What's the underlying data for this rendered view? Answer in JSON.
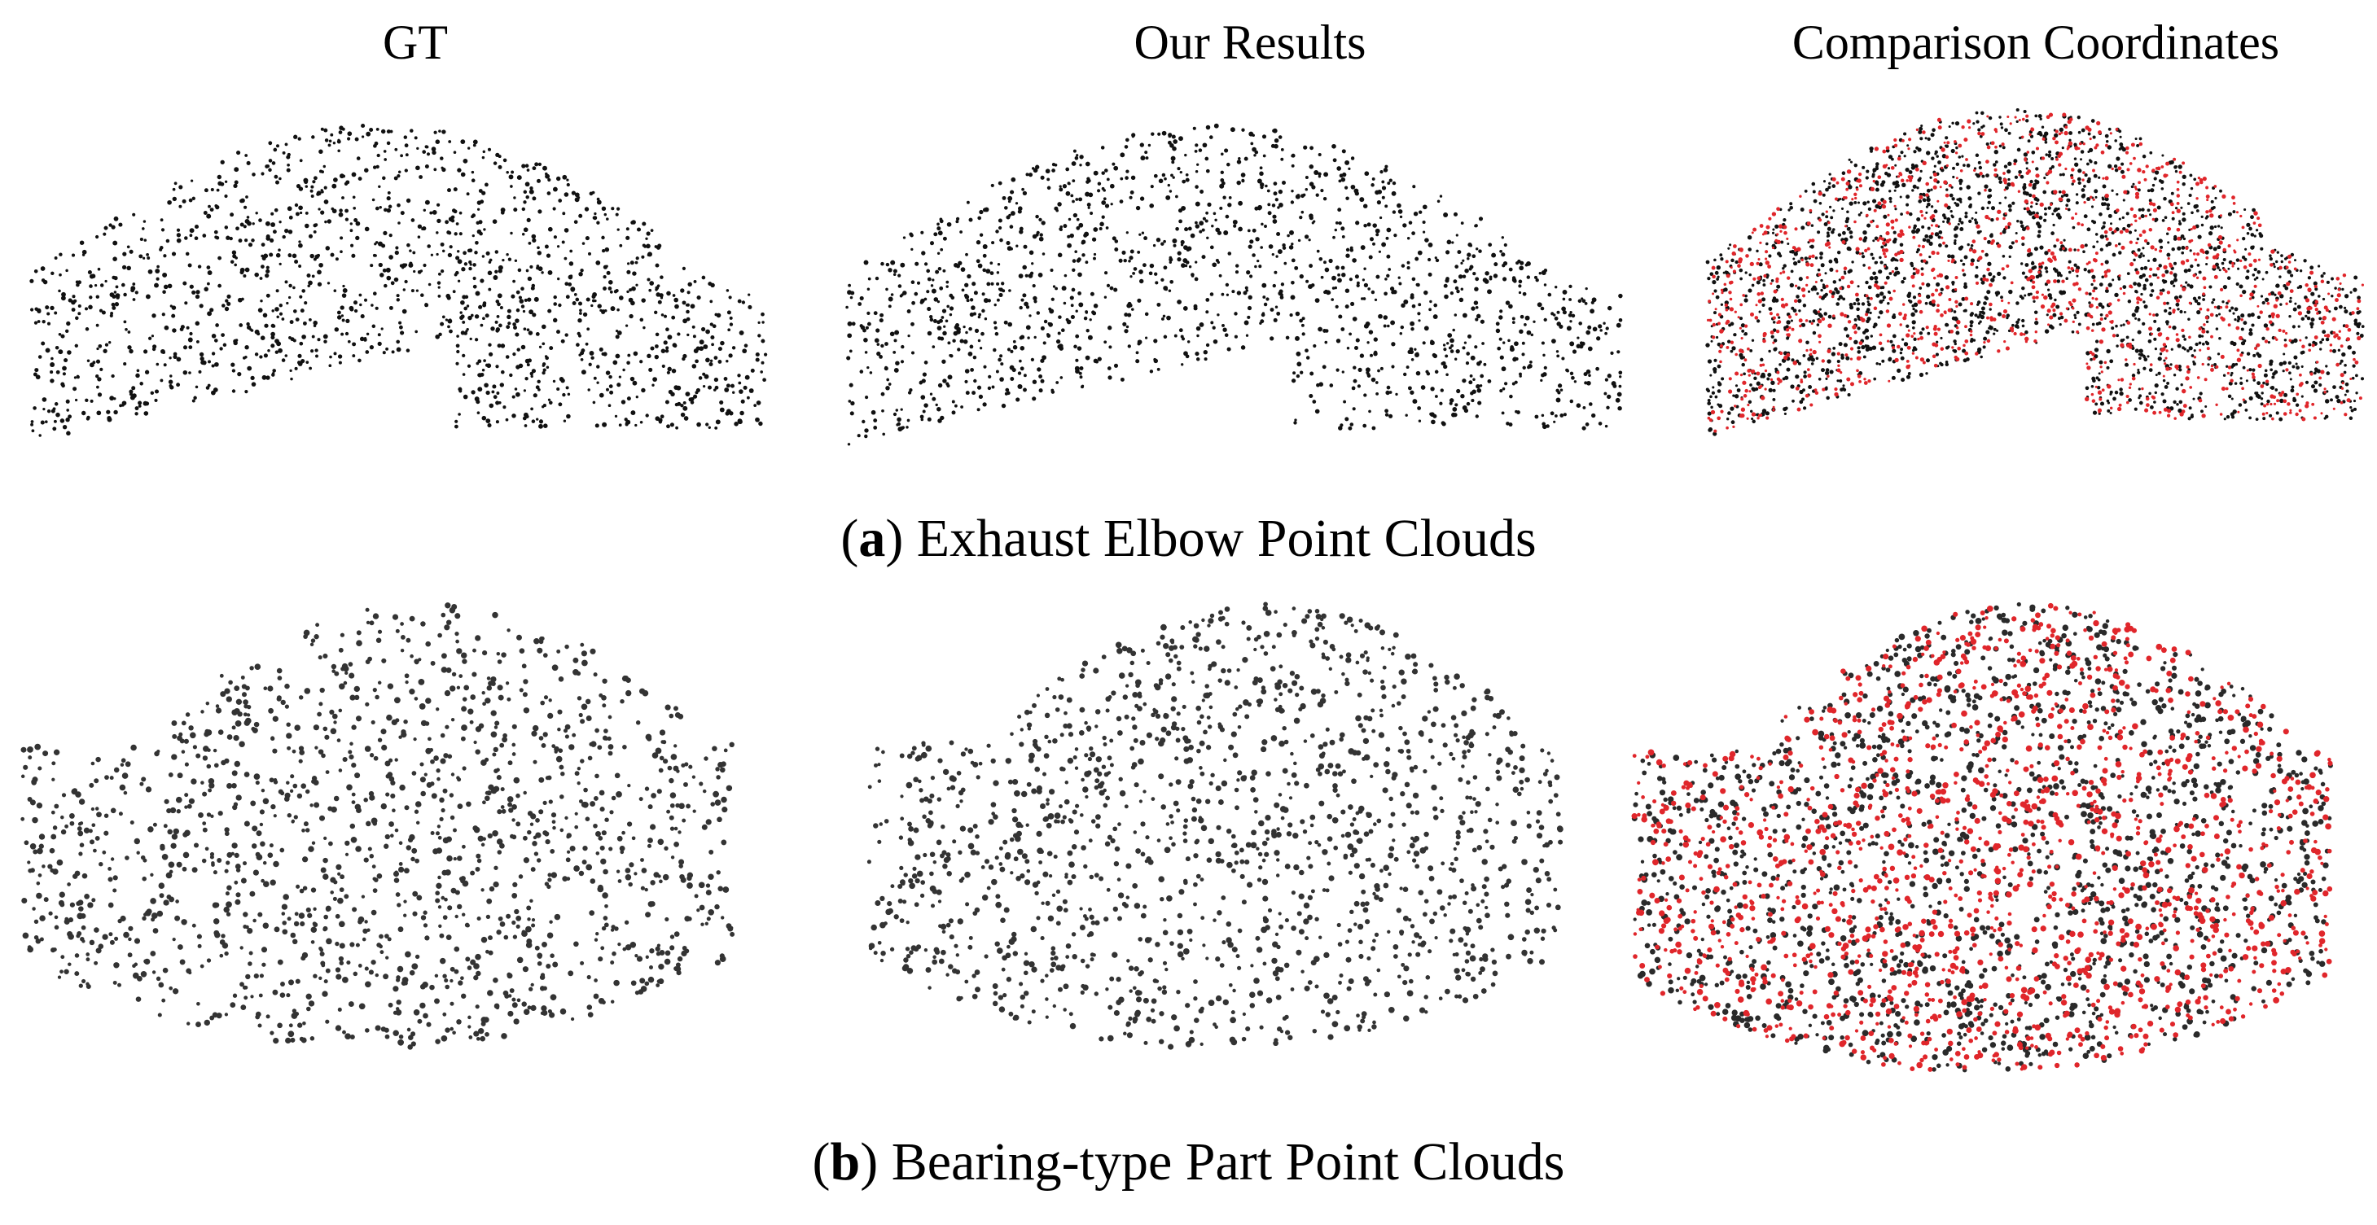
{
  "columns": {
    "gt": "GT",
    "ours": "Our Results",
    "compare": "Comparison Coordinates"
  },
  "captions": {
    "a": {
      "letter": "a",
      "text": "Exhaust Elbow Point Clouds"
    },
    "b": {
      "letter": "b",
      "text": "Bearing-type Part Point Clouds"
    }
  },
  "colors": {
    "gt_points": "#111111",
    "result_points": "#e0262b"
  }
}
